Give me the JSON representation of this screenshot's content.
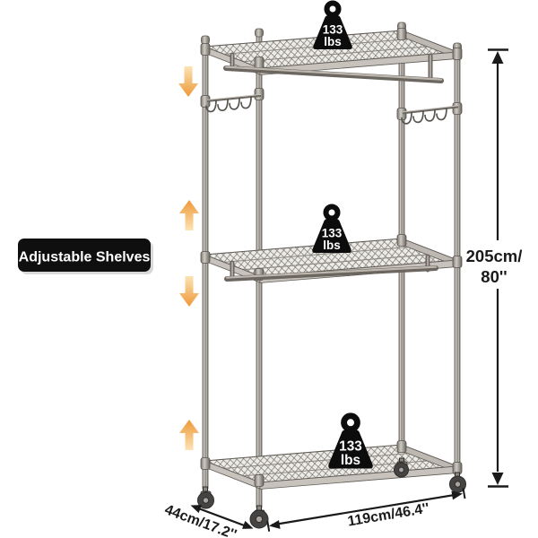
{
  "callout": {
    "label": "Adjustable Shelves",
    "bg_color": "#0f0f0f",
    "text_color": "#ffffff"
  },
  "capacity": {
    "value": "133",
    "unit": "lbs",
    "icon": "weight-icon",
    "icon_color": "#0c0c0c",
    "text_color": "#ffffff"
  },
  "dimensions": {
    "height": {
      "line1": "205cm/",
      "line2": "80''"
    },
    "width": {
      "label": "119cm/46.4''"
    },
    "depth": {
      "label": "44cm/17.2''"
    },
    "line_color": "#1a1a1a"
  },
  "adjust_arrows": {
    "icon": "adjust-arrow-icon",
    "directions": [
      "down",
      "up",
      "down",
      "up"
    ],
    "color_light": "#fce3b4",
    "color_dark": "#ee9838"
  },
  "rack": {
    "tiers": 3,
    "hanging_rods": 2,
    "side_hook_sets": 2,
    "casters": 4,
    "frame_color": "#a49e96",
    "outline_color": "#5f5a54",
    "mesh_line_color": "#6e6a63",
    "shelf_fill": "#ecebe7"
  }
}
